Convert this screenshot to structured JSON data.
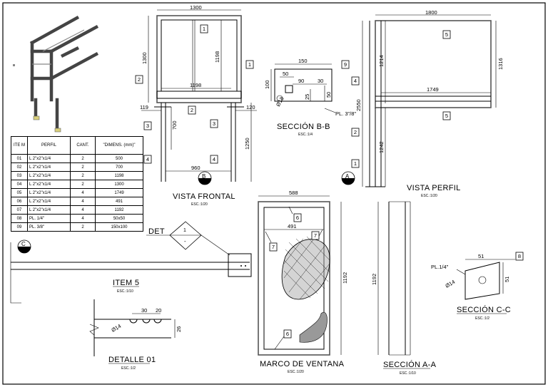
{
  "table": {
    "headers": [
      "ITE M",
      "PERFIL",
      "CANT.",
      "\"DIMENS. (mm)\""
    ],
    "rows": [
      [
        "01",
        "L 2\"x2\"x1/4",
        "2",
        "500"
      ],
      [
        "02",
        "L 2\"x2\"x1/4",
        "2",
        "700"
      ],
      [
        "03",
        "L 2\"x2\"x1/4",
        "2",
        "1198"
      ],
      [
        "04",
        "L 2\"x2\"x1/4",
        "2",
        "1300"
      ],
      [
        "05",
        "L 2\"x2\"x1/4",
        "4",
        "1749"
      ],
      [
        "06",
        "L 2\"x2\"x1/4",
        "4",
        "491"
      ],
      [
        "07",
        "L 2\"x2\"x1/4",
        "4",
        "1192"
      ],
      [
        "08",
        "PL. 1/4\"",
        "4",
        "50x50"
      ],
      [
        "09",
        "PL. 3/8\"",
        "2",
        "150x100"
      ]
    ]
  },
  "vista_frontal": {
    "title": "VISTA FRONTAL",
    "scale": "ESC.:1/20",
    "marker": "B",
    "dims": {
      "top": "1300",
      "left": "1300",
      "inner_h": "1198",
      "inner_w": "1198",
      "foot_l": "119",
      "foot_r": "120",
      "leg": "700",
      "overall_h": "1250",
      "base": "960"
    },
    "tags": [
      "1",
      "1",
      "2",
      "2",
      "3",
      "3",
      "4",
      "4"
    ]
  },
  "vista_perfil": {
    "title": "VISTA PERFIL",
    "scale": "ESC.:1/20",
    "marker": "A",
    "dims": {
      "top": "1800",
      "h1": "1214",
      "h2": "1316",
      "overall": "2550",
      "inner_w": "1749",
      "leg": "1242"
    },
    "tags": [
      "5",
      "5",
      "4",
      "2",
      "1"
    ]
  },
  "seccion_bb": {
    "title": "SECCIÓN B-B",
    "scale": "ESC.:1/4",
    "dims": {
      "w": "150",
      "h": "100",
      "a": "50",
      "b": "90",
      "c": "30",
      "d": "25",
      "e": "50",
      "hole": "Ø18"
    },
    "pl": "PL. 3\"/8\"",
    "tag": "9"
  },
  "marco": {
    "title": "MARCO DE VENTANA",
    "scale": "ESC.:1/20",
    "dims": {
      "w": "588",
      "inner_w": "491",
      "h": "1192"
    },
    "tags": [
      "6",
      "6",
      "7",
      "7"
    ]
  },
  "seccion_aa": {
    "title": "SECCIÓN A-A",
    "scale": "ESC.:1/10",
    "dim": "1192"
  },
  "seccion_cc": {
    "title": "SECCIÓN C-C",
    "scale": "ESC.:1/2",
    "dims": {
      "w": "51",
      "h": "51",
      "hole": "Ø14"
    },
    "pl": "PL.1/4\"",
    "tag": "8"
  },
  "item5": {
    "title": "ITEM 5",
    "scale": "ESC.:1/10",
    "marker": "C",
    "det": "DET",
    "det_num": "1"
  },
  "detalle": {
    "title": "DETALLE 01",
    "scale": "ESC.:1/2",
    "dims": {
      "a": "30",
      "b": "20",
      "h": "26",
      "hole": "Ø14"
    }
  }
}
